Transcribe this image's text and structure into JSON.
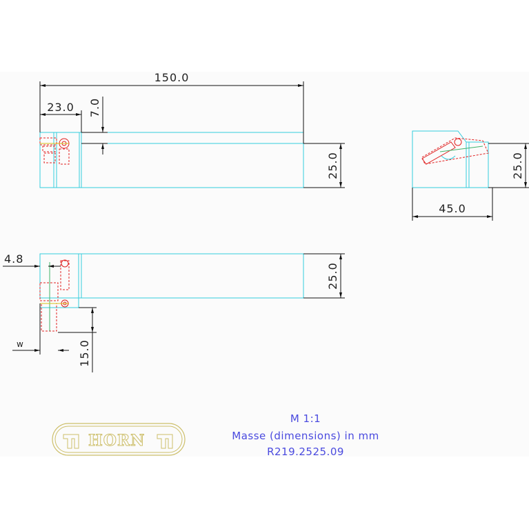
{
  "dimensions": {
    "length": "150.0",
    "head_width": "23.0",
    "offset_top": "7.0",
    "height_side": "25.0",
    "height_end": "25.0",
    "width_end": "45.0",
    "height_top_view": "25.0",
    "cut_width": "4.8",
    "w_label": "w",
    "offset_bottom": "15.0"
  },
  "title_block": {
    "scale": "M 1:1",
    "units": "Masse (dimensions) in mm",
    "part_number": "R219.2525.09"
  },
  "logo": {
    "text": "HORN"
  },
  "colors": {
    "body": "#33ccdd",
    "dimension": "#111111",
    "insert": "#e02020",
    "text_info": "#4a4adf",
    "logo": "#cdbf6a"
  }
}
